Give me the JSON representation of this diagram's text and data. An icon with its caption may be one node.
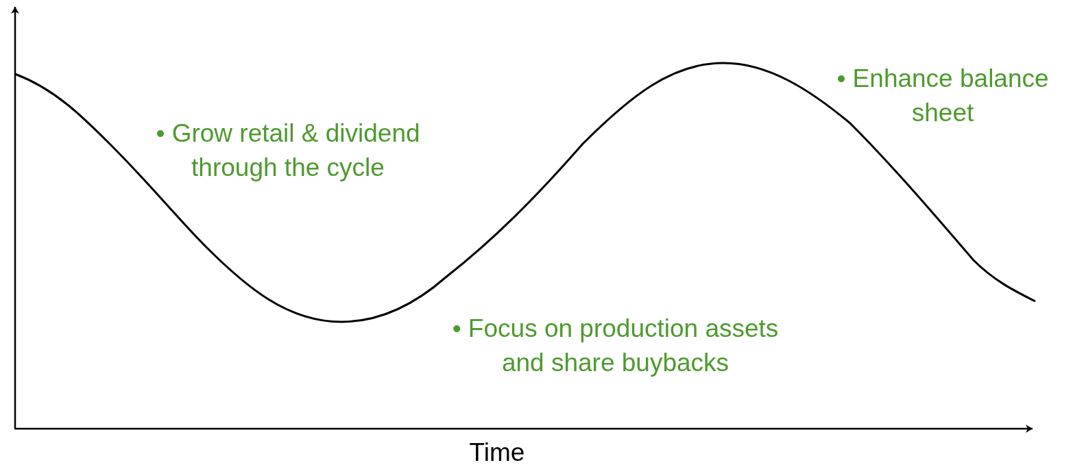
{
  "diagram": {
    "labels": [
      "• Grow retail & dividend through the cycle",
      "• Enhance balance sheet",
      "• Focus on production assets and share buybacks",
      "Time"
    ]
  }
}
